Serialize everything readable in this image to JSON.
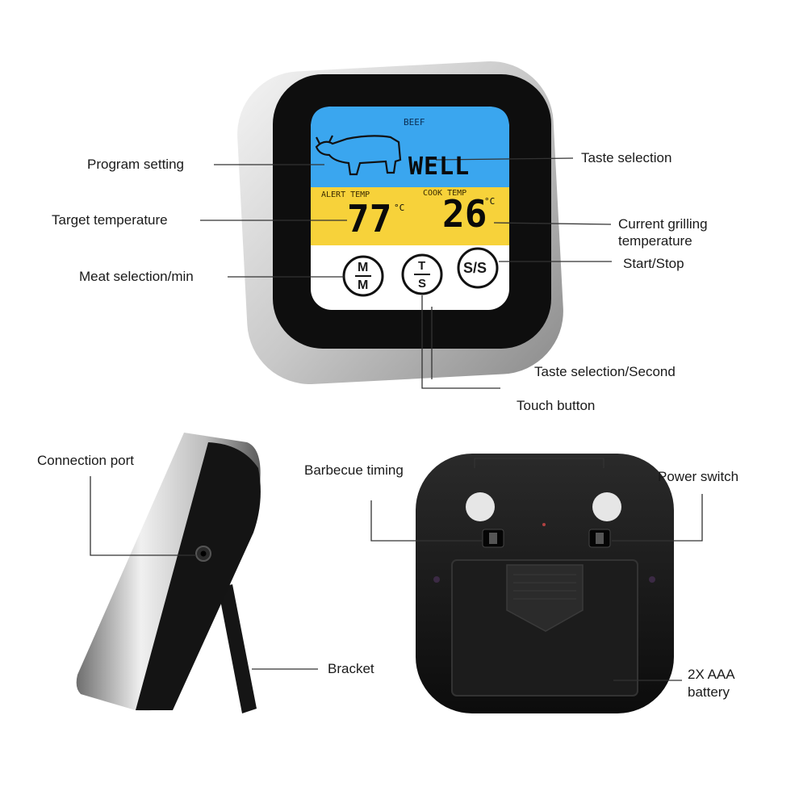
{
  "colors": {
    "lcd_blue": "#3aa6ef",
    "lcd_yellow": "#f7d23a",
    "device_black": "#111111",
    "bezel_silver": "#d9d9d9",
    "leader_line": "#333333"
  },
  "display": {
    "meat_name": "BEEF",
    "taste_text": "WELL",
    "alert_label": "ALERT TEMP",
    "cook_label": "COOK TEMP",
    "alert_value": "77",
    "cook_value": "26",
    "unit": "°C"
  },
  "buttons": {
    "mm_top": "M",
    "mm_bottom": "M",
    "ts_top": "T",
    "ts_bottom": "S",
    "ss": "S/S"
  },
  "labels": {
    "program_setting": "Program setting",
    "target_temperature": "Target temperature",
    "meat_selection": "Meat selection/min",
    "taste_selection": "Taste selection",
    "current_grilling_1": "Current grilling",
    "current_grilling_2": "temperature",
    "start_stop": "Start/Stop",
    "taste_selection_second": "Taste selection/Second",
    "touch_button": "Touch button",
    "connection_port": "Connection port",
    "bracket": "Bracket",
    "barbecue_timing": "Barbecue timing",
    "power_switch": "Power switch",
    "battery_1": "2X AAA",
    "battery_2": "battery"
  }
}
